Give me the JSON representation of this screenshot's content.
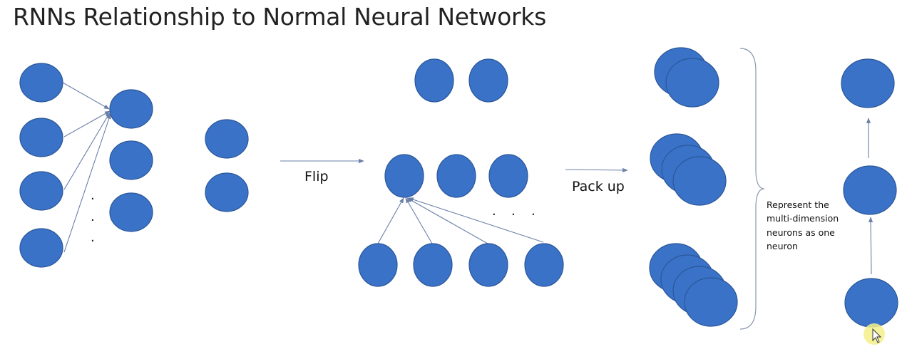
{
  "slide": {
    "title": "RNNs Relationship to Normal Neural Networks"
  },
  "labels": {
    "flip": "Flip",
    "pack_up": "Pack up",
    "note_lines": [
      "Represent the",
      "multi-dimension",
      "neurons as one",
      "neuron"
    ],
    "ellipsis_dot": "."
  },
  "colors": {
    "neuron_fill": "#3a72c8",
    "neuron_stroke": "#2b5798",
    "arrow": "#6a7fa8",
    "cursor_highlight": "#f5f08a"
  },
  "icons": {
    "cursor": "mouse-pointer-icon"
  }
}
